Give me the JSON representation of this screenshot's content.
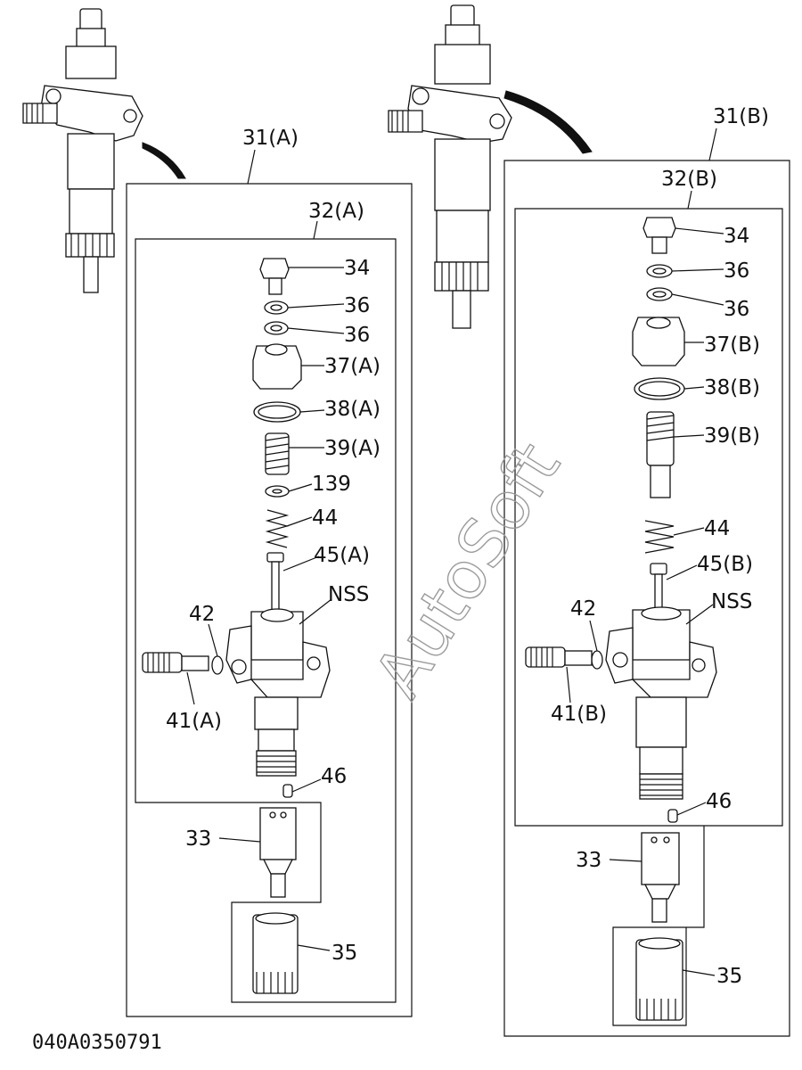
{
  "drawing_code": "040A0350791",
  "watermark": "AutoSoft",
  "assembly_a": {
    "label": "31(A)",
    "sub_label": "32(A)",
    "parts": {
      "p34": "34",
      "p36a": "36",
      "p36b": "36",
      "p37": "37(A)",
      "p38": "38(A)",
      "p39": "39(A)",
      "p139": "139",
      "p44": "44",
      "p45": "45(A)",
      "nss": "NSS",
      "p42": "42",
      "p41": "41(A)",
      "p46": "46",
      "p33": "33",
      "p35": "35"
    }
  },
  "assembly_b": {
    "label": "31(B)",
    "sub_label": "32(B)",
    "parts": {
      "p34": "34",
      "p36a": "36",
      "p36b": "36",
      "p37": "37(B)",
      "p38": "38(B)",
      "p39": "39(B)",
      "p44": "44",
      "p45": "45(B)",
      "nss": "NSS",
      "p42": "42",
      "p41": "41(B)",
      "p46": "46",
      "p33": "33",
      "p35": "35"
    }
  }
}
